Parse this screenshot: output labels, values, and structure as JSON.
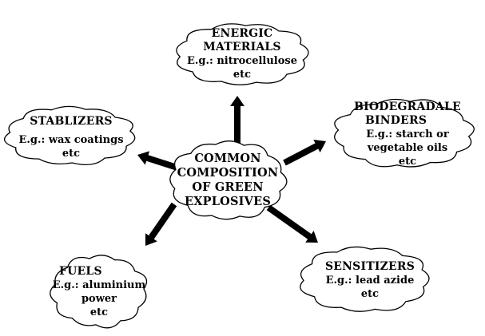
{
  "center": {
    "lines": [
      "COMMON",
      "COMPOSITION",
      "OF GREEN",
      "EXPLOSIVES"
    ]
  },
  "nodes": {
    "energic": {
      "title_lines": [
        "ENERGIC",
        "MATERIALS"
      ],
      "example_lines": [
        "E.g.: nitrocellulose",
        "etc"
      ]
    },
    "stablizers": {
      "title_lines": [
        "STABLIZERS"
      ],
      "example_lines": [
        "E.g.: wax coatings",
        "etc"
      ]
    },
    "binders": {
      "title_lines": [
        "BIODEGRADALE",
        "BINDERS"
      ],
      "example_lines": [
        "E.g.: starch or",
        "vegetable oils",
        "etc"
      ]
    },
    "fuels": {
      "title_lines": [
        "FUELS"
      ],
      "example_lines": [
        "E.g.: aluminium",
        "power",
        "etc"
      ]
    },
    "sensitizers": {
      "title_lines": [
        "SENSITIZERS"
      ],
      "example_lines": [
        "E.g.: lead azide",
        "etc"
      ]
    }
  },
  "colors": {
    "outline": "#000000",
    "fill": "#ffffff",
    "arrow": "#000000"
  }
}
